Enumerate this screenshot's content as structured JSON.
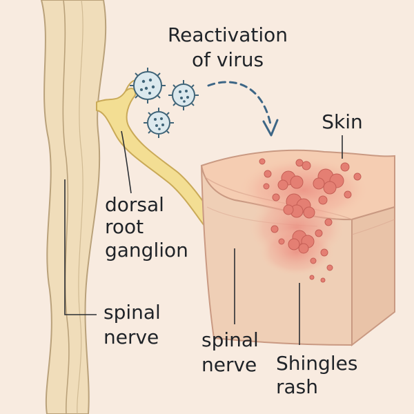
{
  "labels": {
    "reactivation_line1": "Reactivation",
    "reactivation_line2": "of virus",
    "skin": "Skin",
    "drg_line1": "dorsal",
    "drg_line2": "root",
    "drg_line3": "ganglion",
    "spinal_nerve_left_line1": "spinal",
    "spinal_nerve_left_line2": "nerve",
    "spinal_nerve_right_line1": "spinal",
    "spinal_nerve_right_line2": "nerve",
    "shingles_line1": "Shingles",
    "shingles_line2": "rash"
  },
  "icons": {
    "virus": "virus-particle-icon",
    "arrow": "dashed-curved-arrow-icon"
  },
  "colors": {
    "background": "#f8ebe0",
    "spine_fill": "#f0ddba",
    "spine_outline": "#b9a17a",
    "nerve_fill": "#f3de93",
    "nerve_outline": "#c9a957",
    "skin_top": "#f5cdb2",
    "skin_front": "#efcfb6",
    "skin_side": "#e9c3a8",
    "rash": "#e47f73",
    "rash_glow": "#f1a594",
    "virus_fill": "#dce9ee",
    "virus_dot": "#3f6478",
    "arrow": "#3d6686",
    "text": "#1f2328"
  }
}
